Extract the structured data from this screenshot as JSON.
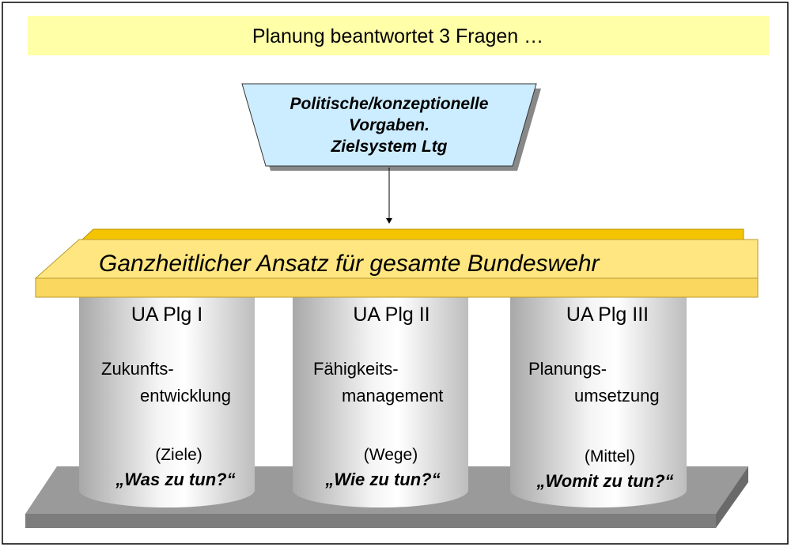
{
  "title": "Planung beantwortet 3 Fragen …",
  "top_box": {
    "lines": [
      "Politische/konzeptionelle",
      "Vorgaben.",
      "Zielsystem Ltg"
    ]
  },
  "roof": "Ganzheitlicher Ansatz für gesamte Bundeswehr",
  "columns": [
    {
      "heading": "UA Plg I",
      "line1": "Zukunfts-",
      "line2": "entwicklung",
      "category": "(Ziele)",
      "question": "„Was zu tun?“"
    },
    {
      "heading": "UA Plg II",
      "line1": "Fähigkeits-",
      "line2": "management",
      "category": "(Wege)",
      "question": "„Wie zu tun?“"
    },
    {
      "heading": "UA Plg III",
      "line1": "Planungs-",
      "line2": "umsetzung",
      "category": "(Mittel)",
      "question": "„Womit zu tun?“"
    }
  ],
  "colors": {
    "banner": "#FFFFA0",
    "box": "#CCECFF",
    "roof": "#FFE680",
    "roof_back": "#F5C400",
    "base": "#999999"
  }
}
